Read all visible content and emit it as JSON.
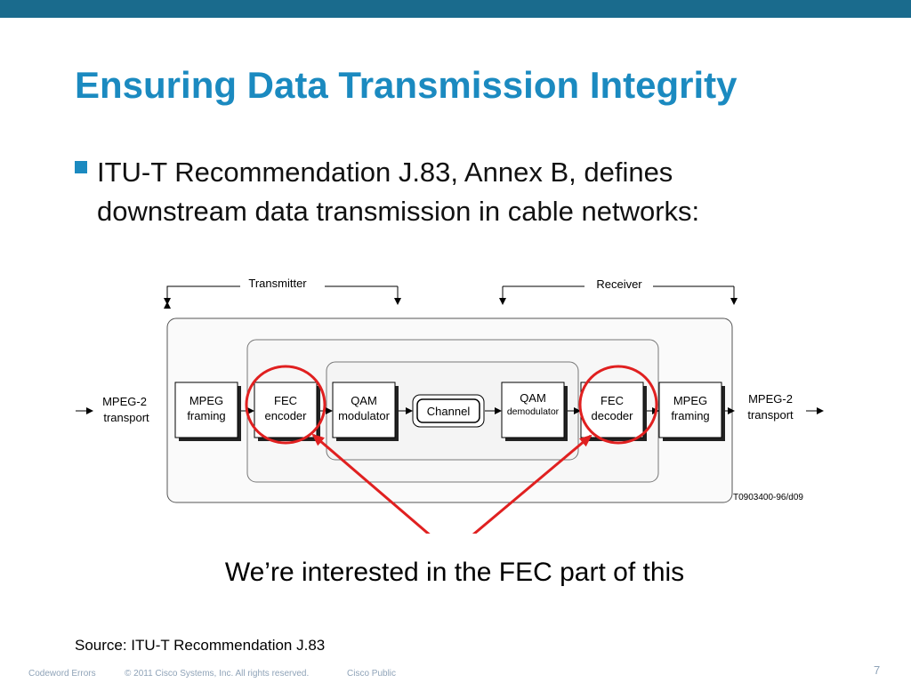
{
  "slide": {
    "title": "Ensuring Data Transmission Integrity",
    "bullet": {
      "line1": "ITU-T Recommendation J.83, Annex B, defines",
      "line2": "downstream data transmission in cable networks:"
    },
    "callout": "We’re interested in the FEC part of this",
    "source": "Source: ITU-T Recommendation J.83",
    "page_number": "7"
  },
  "diagram": {
    "transmitter_label": "Transmitter",
    "receiver_label": "Receiver",
    "input": {
      "line1": "MPEG-2",
      "line2": "transport"
    },
    "output": {
      "line1": "MPEG-2",
      "line2": "transport"
    },
    "blocks": {
      "mpeg_framing_tx": {
        "line1": "MPEG",
        "line2": "framing"
      },
      "fec_encoder": {
        "line1": "FEC",
        "line2": "encoder"
      },
      "qam_modulator": {
        "line1": "QAM",
        "line2": "modulator"
      },
      "channel": "Channel",
      "qam_demodulator": {
        "line1": "QAM",
        "line2": "demodulator"
      },
      "fec_decoder": {
        "line1": "FEC",
        "line2": "decoder"
      },
      "mpeg_framing_rx": {
        "line1": "MPEG",
        "line2": "framing"
      }
    },
    "figure_id": "T0903400-96/d09",
    "highlight_color": "#e02020"
  },
  "footer": {
    "left": "Codeword Errors",
    "copyright": "© 2011 Cisco Systems, Inc. All rights reserved.",
    "classification": "Cisco Public"
  }
}
